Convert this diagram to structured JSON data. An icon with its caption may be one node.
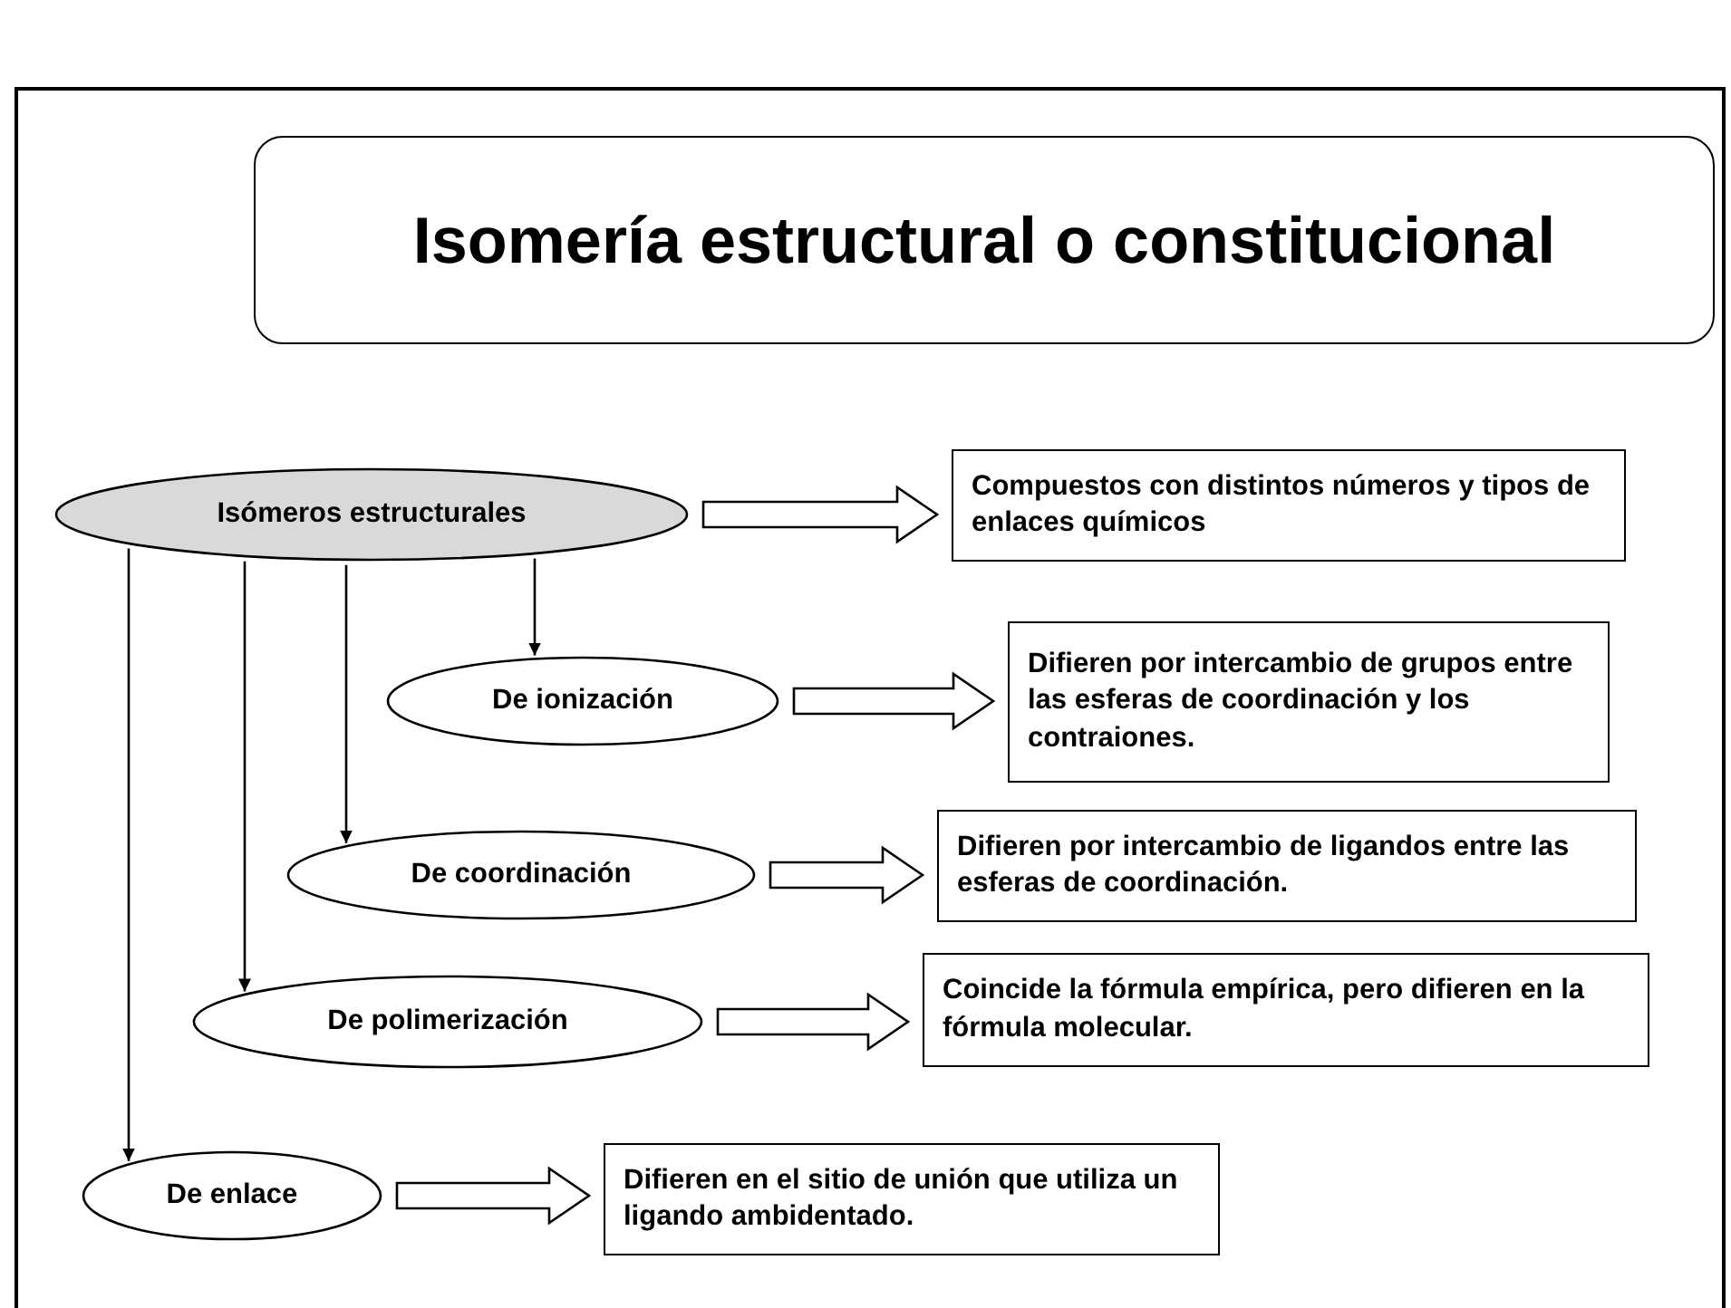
{
  "diagram": {
    "nodes": [
      {
        "text": [
          "Isomería estructural o constitucional"
        ]
      },
      {
        "text": [
          "Isómeros estructurales"
        ]
      },
      {
        "text": [
          "Compuestos con distintos números y tipos de enlaces químicos"
        ]
      },
      {
        "text": [
          "De ionización"
        ]
      },
      {
        "text": [
          "Difieren por intercambio de grupos entre las esferas de coordinación y los contraiones."
        ]
      },
      {
        "text": [
          "De coordinación"
        ]
      },
      {
        "text": [
          "Difieren por intercambio de ligandos entre las esferas de coordinación."
        ]
      },
      {
        "text": [
          "De polimerización"
        ]
      },
      {
        "text": [
          "Coincide la fórmula empírica, pero difieren en la fórmula molecular."
        ]
      },
      {
        "text": [
          "De enlace"
        ]
      },
      {
        "text": [
          "Difieren en el sitio de unión que utiliza un ligando ambidentado."
        ]
      }
    ],
    "edges": [
      {
        "from": 1,
        "to": 2,
        "arrow": "to",
        "style": "thick"
      },
      {
        "from": 1,
        "to": 3,
        "arrow": "to"
      },
      {
        "from": 1,
        "to": 5,
        "arrow": "to"
      },
      {
        "from": 1,
        "to": 7,
        "arrow": "to"
      },
      {
        "from": 1,
        "to": 9,
        "arrow": "to"
      },
      {
        "from": 3,
        "to": 4,
        "arrow": "to",
        "style": "thick"
      },
      {
        "from": 5,
        "to": 6,
        "arrow": "to",
        "style": "thick"
      },
      {
        "from": 7,
        "to": 8,
        "arrow": "to",
        "style": "thick"
      },
      {
        "from": 9,
        "to": 10,
        "arrow": "to",
        "style": "thick"
      }
    ]
  }
}
